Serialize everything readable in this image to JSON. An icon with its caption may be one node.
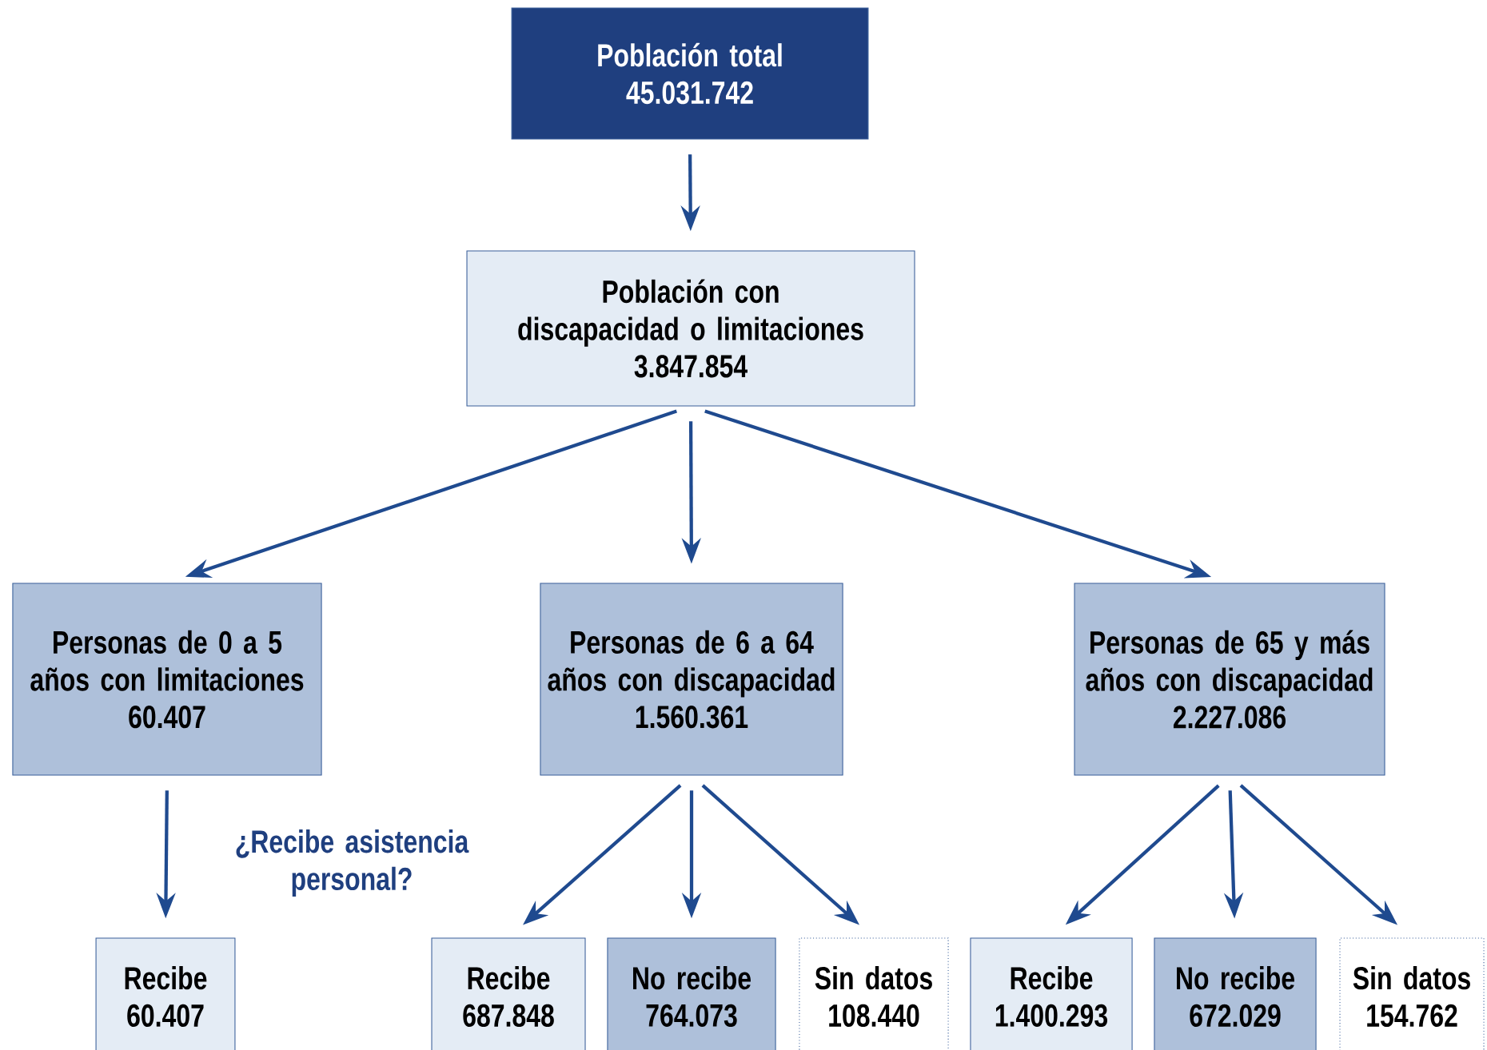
{
  "diagram": {
    "nodes": [
      {
        "text": [
          "Población total",
          "45.031.742"
        ]
      },
      {
        "text": [
          "Población con discapacidad o limitaciones",
          "3.847.854"
        ]
      },
      {
        "text": [
          "Personas de 0 a 5 años con limitaciones",
          "60.407"
        ]
      },
      {
        "text": [
          "Personas de 6 a 64 años con discapacidad",
          "1.560.361"
        ]
      },
      {
        "text": [
          "Personas de 65 y más años con discapacidad",
          "2.227.086"
        ]
      },
      {
        "text": [
          "Recibe",
          "60.407"
        ]
      },
      {
        "text": [
          "Recibe",
          "687.848"
        ]
      },
      {
        "text": [
          "No recibe",
          "764.073"
        ]
      },
      {
        "text": [
          "Sin datos",
          "108.440"
        ]
      },
      {
        "text": [
          "Recibe",
          "1.400.293"
        ]
      },
      {
        "text": [
          "No recibe",
          "672.029"
        ]
      },
      {
        "text": [
          "Sin datos",
          "154.762"
        ]
      }
    ],
    "edges": [
      {
        "from": 0,
        "to": 1,
        "arrow": "to"
      },
      {
        "from": 1,
        "to": 2,
        "arrow": "to"
      },
      {
        "from": 1,
        "to": 3,
        "arrow": "to"
      },
      {
        "from": 1,
        "to": 4,
        "arrow": "to"
      },
      {
        "from": 2,
        "to": 5,
        "arrow": "to"
      },
      {
        "from": 3,
        "to": 6,
        "arrow": "to"
      },
      {
        "from": 3,
        "to": 7,
        "arrow": "to"
      },
      {
        "from": 3,
        "to": 8,
        "arrow": "to"
      },
      {
        "from": 4,
        "to": 9,
        "arrow": "to"
      },
      {
        "from": 4,
        "to": 10,
        "arrow": "to"
      },
      {
        "from": 4,
        "to": 11,
        "arrow": "to"
      }
    ],
    "labels": [
      "¿Recibe asistencia personal?"
    ]
  }
}
